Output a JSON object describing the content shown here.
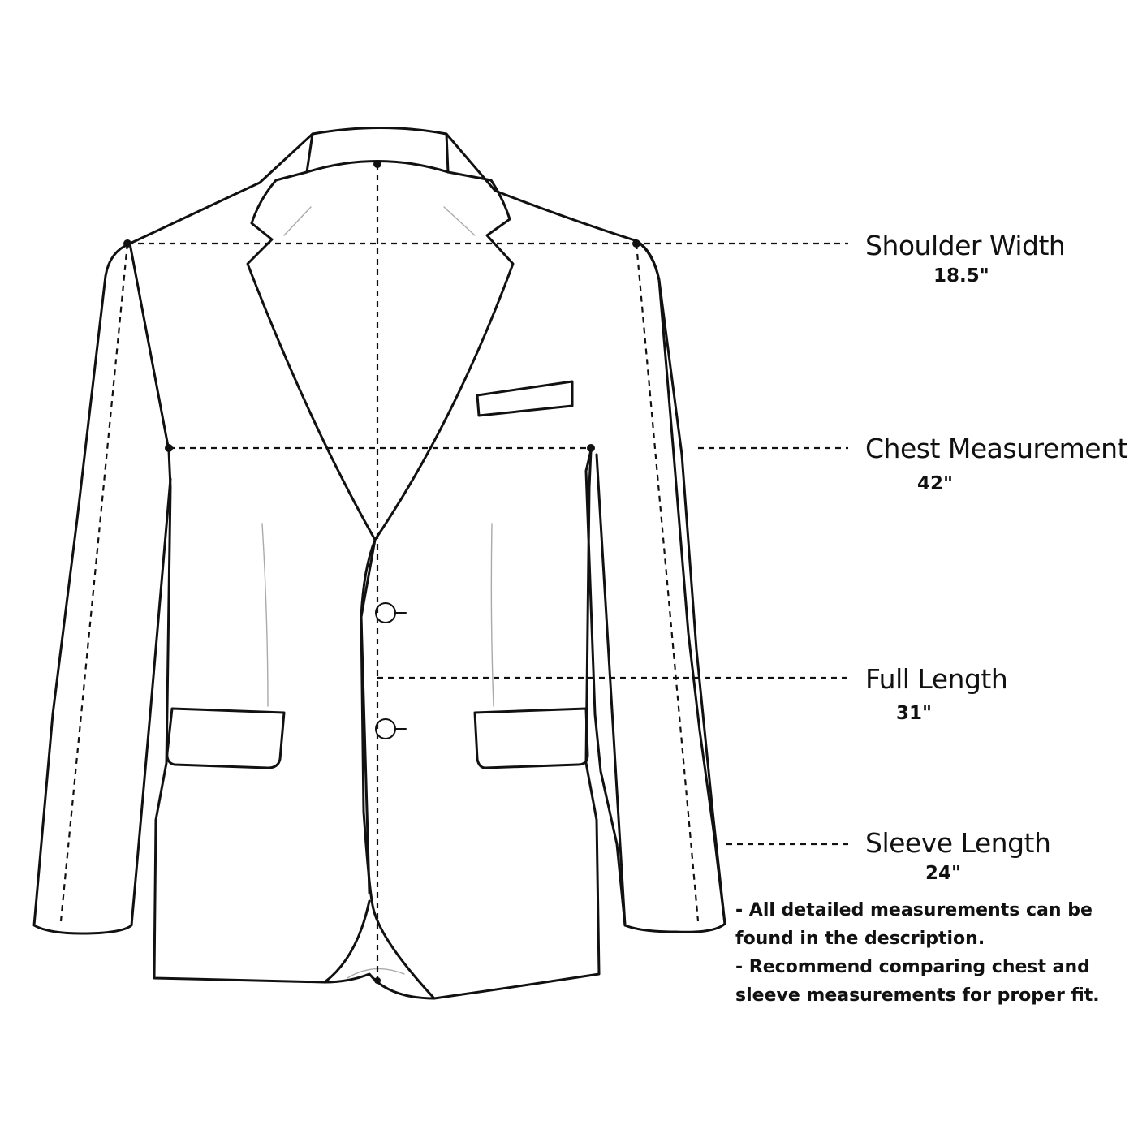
{
  "measurements": {
    "shoulder_width": {
      "label": "Shoulder Width",
      "value": "18.5\""
    },
    "chest": {
      "label": "Chest Measurement",
      "value": "42\""
    },
    "full_length": {
      "label": "Full Length",
      "value": "31\""
    },
    "sleeve_length": {
      "label": "Sleeve Length",
      "value": "24\""
    }
  },
  "notes": [
    "- All detailed measurements can be",
    "found in the description.",
    "- Recommend comparing chest and",
    "sleeve measurements for proper fit."
  ],
  "colors": {
    "line": "#111111",
    "background": "#ffffff",
    "seam": "#aaaaaa"
  }
}
